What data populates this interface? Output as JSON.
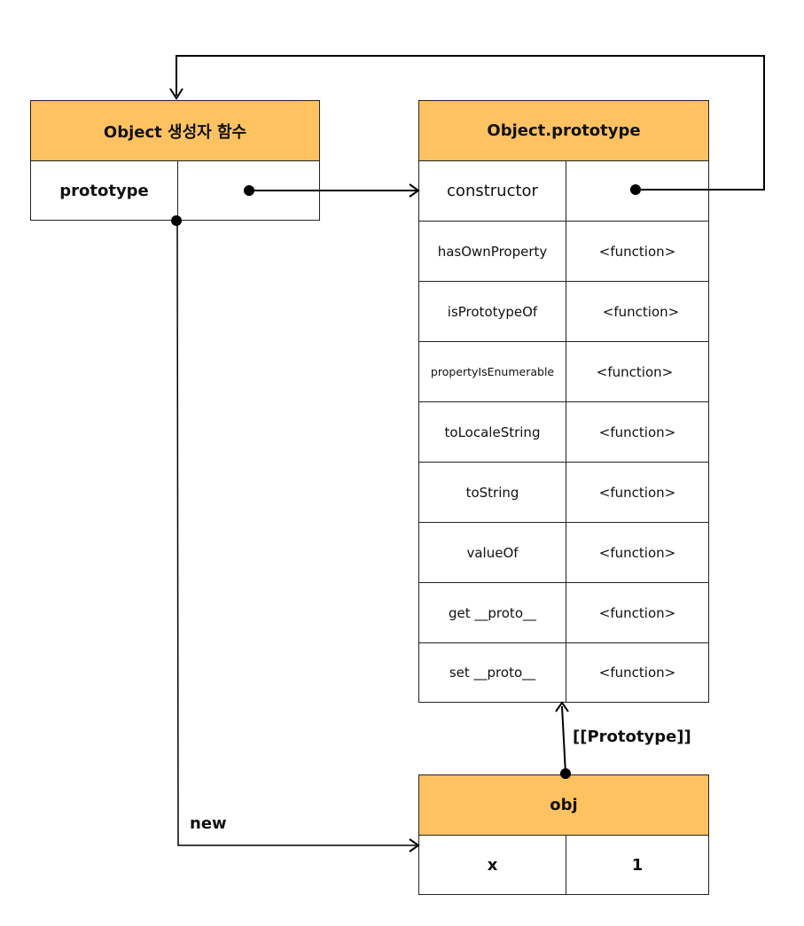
{
  "constructor_fn": {
    "title": "Object 생성자 함수",
    "key": "prototype"
  },
  "proto_obj": {
    "title": "Object.prototype",
    "rows": [
      {
        "key": "constructor",
        "value": ""
      },
      {
        "key": "hasOwnProperty",
        "value": "<function>"
      },
      {
        "key": "isPrototypeOf",
        "value": "<function>"
      },
      {
        "key": "propertyIsEnumerable",
        "value": "<function>"
      },
      {
        "key": "toLocaleString",
        "value": "<function>"
      },
      {
        "key": "toString",
        "value": "<function>"
      },
      {
        "key": "valueOf",
        "value": "<function>"
      },
      {
        "key": "get __proto__",
        "value": "<function>"
      },
      {
        "key": "set __proto__",
        "value": "<function>"
      }
    ]
  },
  "instance": {
    "title": "obj",
    "key": "x",
    "value": "1"
  },
  "labels": {
    "prototype_link": "[[Prototype]]",
    "new": "new"
  },
  "colors": {
    "header_fill": "#ffc261",
    "line": "#000000"
  }
}
